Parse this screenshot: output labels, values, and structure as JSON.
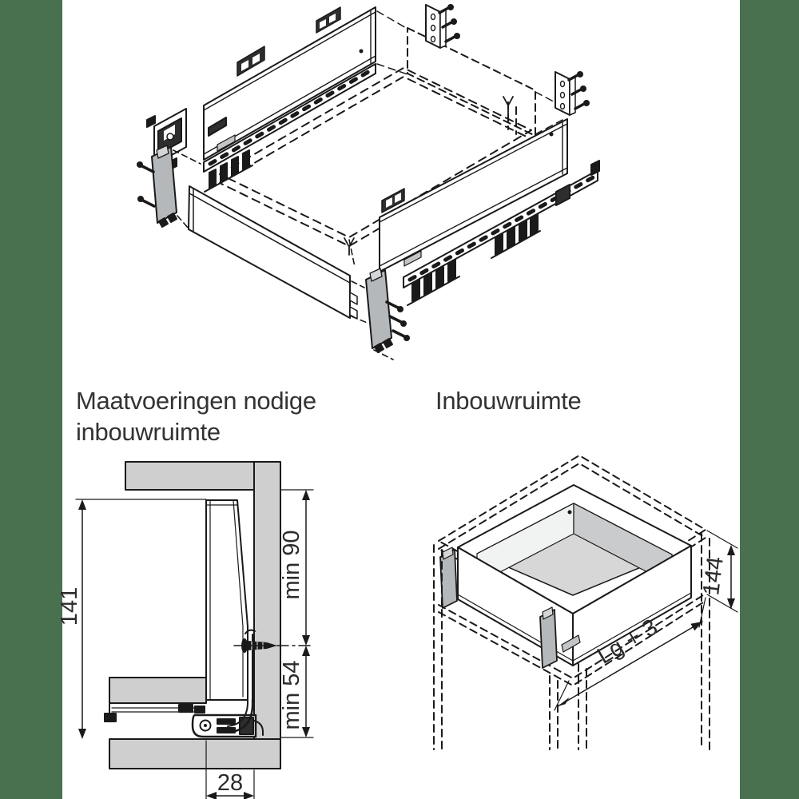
{
  "colors": {
    "accent_band": "#497150",
    "line": "#1a1a1a",
    "cabinet_wood_gray": "#cfcfcf",
    "bracket_plate_gray": "#b5b8bb",
    "bracket_plate_light": "#d3d5d7",
    "drawer_floor_gray": "#d7d7d7",
    "inner_wall_gray": "#c9cbcd"
  },
  "sections": {
    "cross_section": {
      "title_line1": "Maatvoeringen nodige",
      "title_line2": "inbouwruimte",
      "dims": {
        "back_height": "141",
        "min_top": "min 90",
        "min_bottom": "min 54",
        "rear_gap": "28"
      }
    },
    "installation": {
      "title": "Inbouwruimte",
      "dims": {
        "system_height": "144",
        "length": "Lg + 3"
      }
    }
  }
}
